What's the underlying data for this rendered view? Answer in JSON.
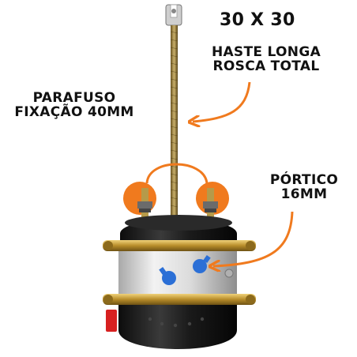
{
  "title": "30 X 30",
  "callouts": {
    "haste": {
      "line1": "HASTE LONGA",
      "line2": "ROSCA TOTAL"
    },
    "parafuso": {
      "line1": "PARAFUSO",
      "line2": "FIXAÇÃO 40MM"
    },
    "portico": {
      "line1": "PÓRTICO",
      "line2": "16MM"
    }
  },
  "colors": {
    "accent": "#f07a1e",
    "chamber_black": "#1b1b1b",
    "clamp_gold": "#c8a23c",
    "body_silver": "#d9d9d9",
    "port_blue": "#2b6fd6",
    "valve_red": "#d72020"
  }
}
